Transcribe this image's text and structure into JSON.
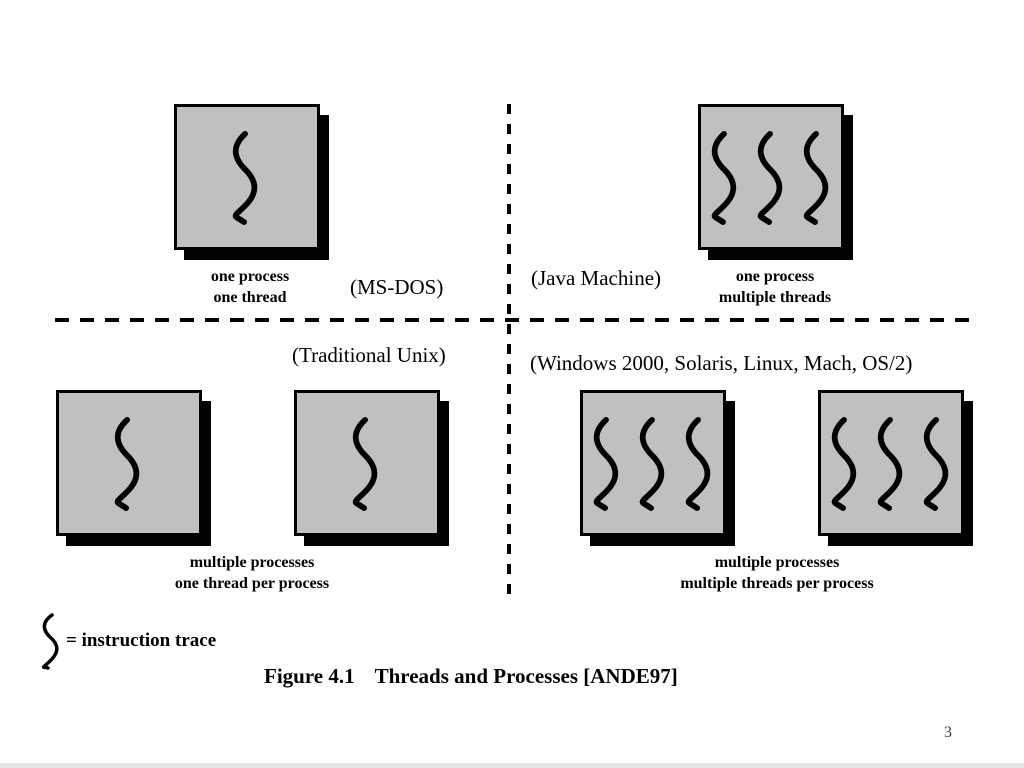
{
  "quadrants": {
    "top_left": {
      "caption_line1": "one process",
      "caption_line2": "one thread",
      "os_label": "(MS-DOS)",
      "thread_count": 1
    },
    "top_right": {
      "caption_line1": "one process",
      "caption_line2": "multiple threads",
      "os_label": "(Java Machine)",
      "thread_count": 3
    },
    "bottom_left": {
      "caption_line1": "multiple processes",
      "caption_line2": "one thread per process",
      "os_label": "(Traditional Unix)",
      "thread_count": 1
    },
    "bottom_right": {
      "caption_line1": "multiple processes",
      "caption_line2": "multiple threads per process",
      "os_label": "(Windows 2000, Solaris, Linux, Mach, OS/2)",
      "thread_count": 3
    }
  },
  "legend": {
    "text": "= instruction trace",
    "icon": "instruction-trace-icon"
  },
  "figure": {
    "number": "Figure 4.1",
    "title": "Threads and Processes [ANDE97]"
  },
  "page_number": "3",
  "colors": {
    "box_fill": "#c0c0c0",
    "stroke": "#000000",
    "background": "#ffffff"
  }
}
